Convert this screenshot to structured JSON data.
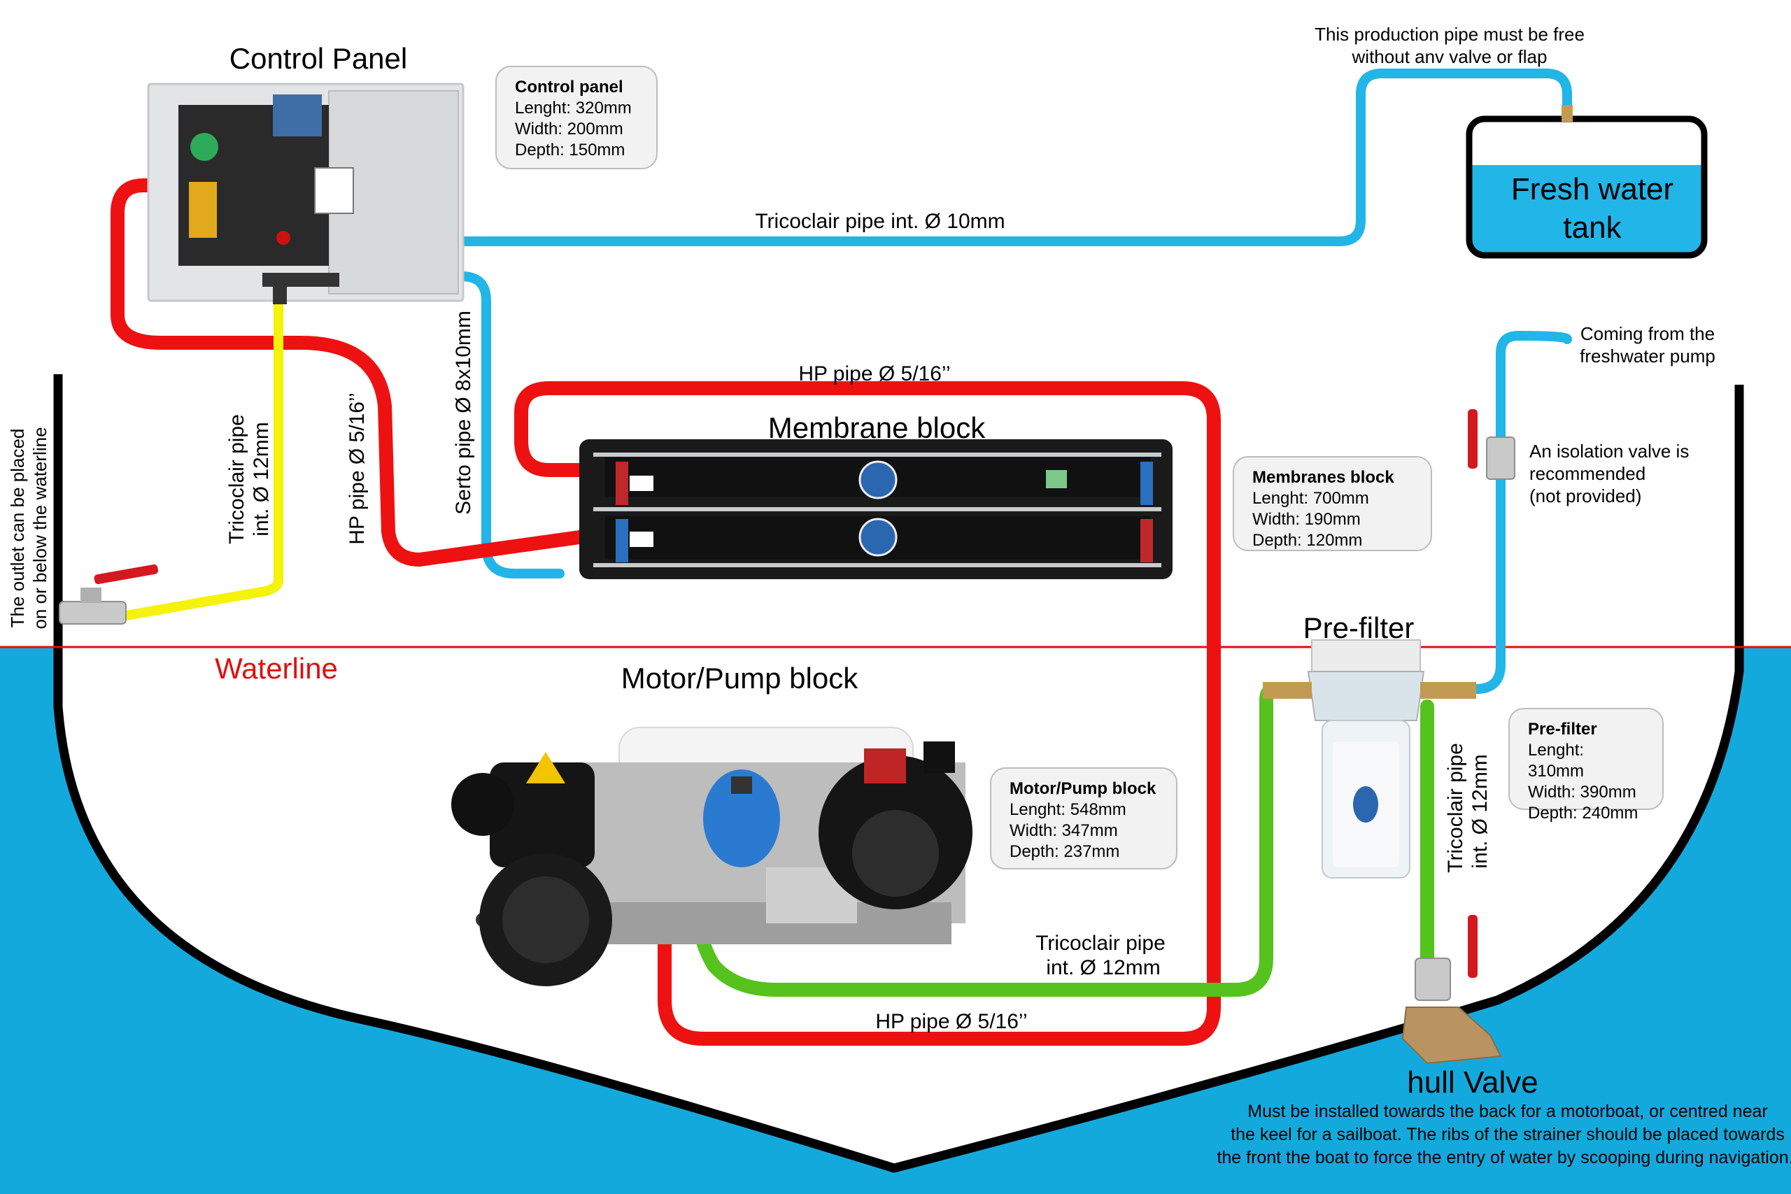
{
  "components": {
    "control_panel": {
      "title": "Control Panel"
    },
    "membrane_block": {
      "title": "Membrane block"
    },
    "motor_pump_block": {
      "title": "Motor/Pump block"
    },
    "pre_filter": {
      "title": "Pre-filter"
    },
    "fresh_water_tank": {
      "line1": "Fresh water",
      "line2": "tank"
    },
    "hull_valve": {
      "title": "hull Valve",
      "note_lines": [
        "Must be installed towards the back for a motorboat, or centred near",
        "the keel for a sailboat. The ribs of the strainer should be placed towards",
        "the front the boat to force the entry of water by scooping during navigation.."
      ]
    }
  },
  "spec_boxes": {
    "control_panel": {
      "title": "Control panel",
      "lines": [
        "Lenght: 320mm",
        "Width: 200mm",
        "Depth: 150mm"
      ]
    },
    "membranes_block": {
      "title": "Membranes block",
      "lines": [
        "Lenght: 700mm",
        "Width: 190mm",
        "Depth: 120mm"
      ]
    },
    "motor_pump_block": {
      "title": "Motor/Pump block",
      "lines": [
        "Lenght: 548mm",
        "Width: 347mm",
        "Depth: 237mm"
      ]
    },
    "pre_filter": {
      "title": "Pre-filter",
      "lines": [
        "Lenght: 310mm",
        "Width: 390mm",
        "Depth: 240mm"
      ]
    }
  },
  "labels": {
    "production_note_1": "This production pipe must be free",
    "production_note_2": "without anv valve or flap",
    "tricoclair_10": "Tricoclair pipe int. Ø 10mm",
    "hp_top": "HP pipe Ø 5/16’’",
    "hp_bottom": "HP pipe Ø 5/16’’",
    "hp_vertical": "HP pipe Ø 5/16’’",
    "serto": "Serto pipe Ø 8x10mm",
    "tricoclair_12_left_1": "Tricoclair pipe",
    "tricoclair_12_left_2": "int. Ø 12mm",
    "outlet_1": "The outlet can be placed",
    "outlet_2": "on or below the waterline",
    "waterline": "Waterline",
    "freshwater_pump_1": "Coming from the",
    "freshwater_pump_2": "freshwater pump",
    "isolation_1": "An isolation valve is",
    "isolation_2": "recommended",
    "isolation_3": "(not provided)",
    "tricoclair_12_mid_1": "Tricoclair pipe",
    "tricoclair_12_mid_2": "int. Ø 12mm",
    "tricoclair_12_right_1": "Tricoclair pipe",
    "tricoclair_12_right_2": "int. Ø 12mm"
  },
  "colors": {
    "hp_pipe": "#ee1111",
    "production_pipe": "#22b5e8",
    "feed_pipe": "#55c21e",
    "brine_pipe": "#f5f20c",
    "sea": "#13a9dd",
    "waterline": "#dd1111",
    "hull": "#000000"
  }
}
